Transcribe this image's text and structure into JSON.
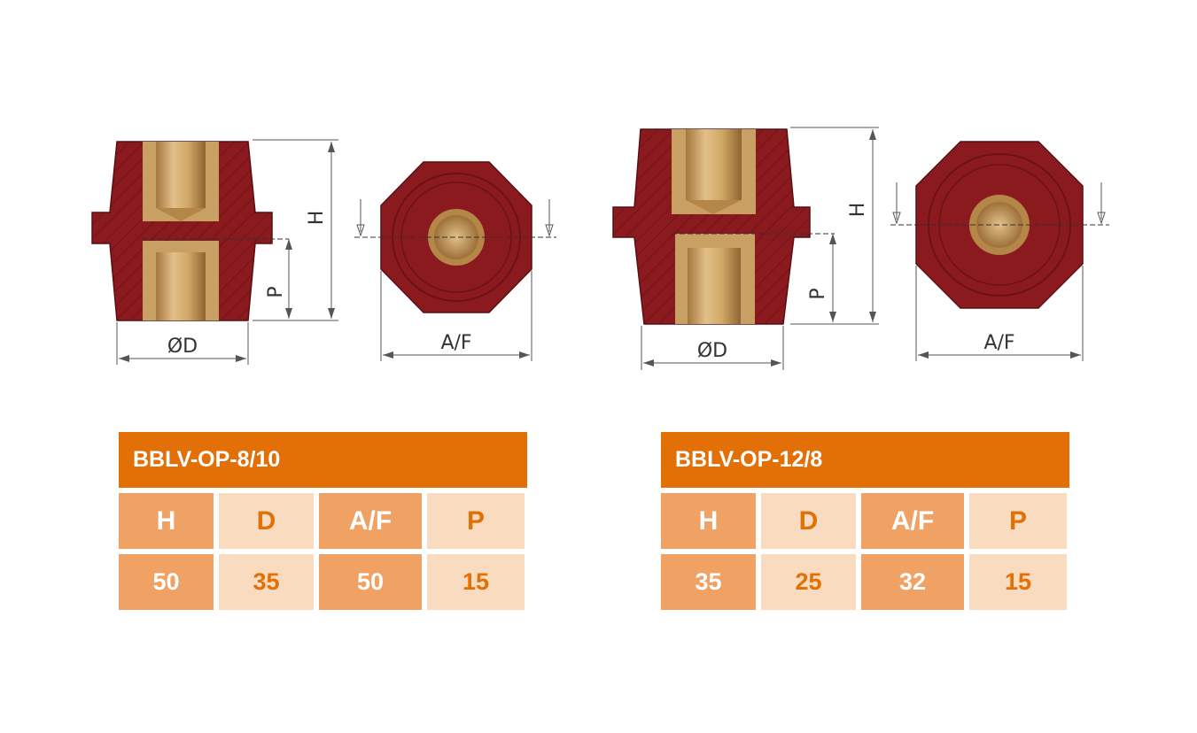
{
  "products": [
    {
      "name": "BBLV-OP-8/10",
      "headers": [
        "H",
        "D",
        "A/F",
        "P"
      ],
      "values": [
        "50",
        "35",
        "50",
        "15"
      ],
      "drawing_labels": {
        "h": "H",
        "p": "P",
        "d": "ØD",
        "af": "A/F"
      }
    },
    {
      "name": "BBLV-OP-12/8",
      "headers": [
        "H",
        "D",
        "A/F",
        "P"
      ],
      "values": [
        "35",
        "25",
        "32",
        "15"
      ],
      "drawing_labels": {
        "h": "H",
        "p": "P",
        "d": "ØD",
        "af": "A/F"
      }
    }
  ],
  "colors": {
    "insulator": "#8b1a1f",
    "brass": "#c9a063",
    "title_bar": "#e36f07",
    "cell_dark": "#f0a264",
    "cell_light": "#f9dcbf"
  }
}
